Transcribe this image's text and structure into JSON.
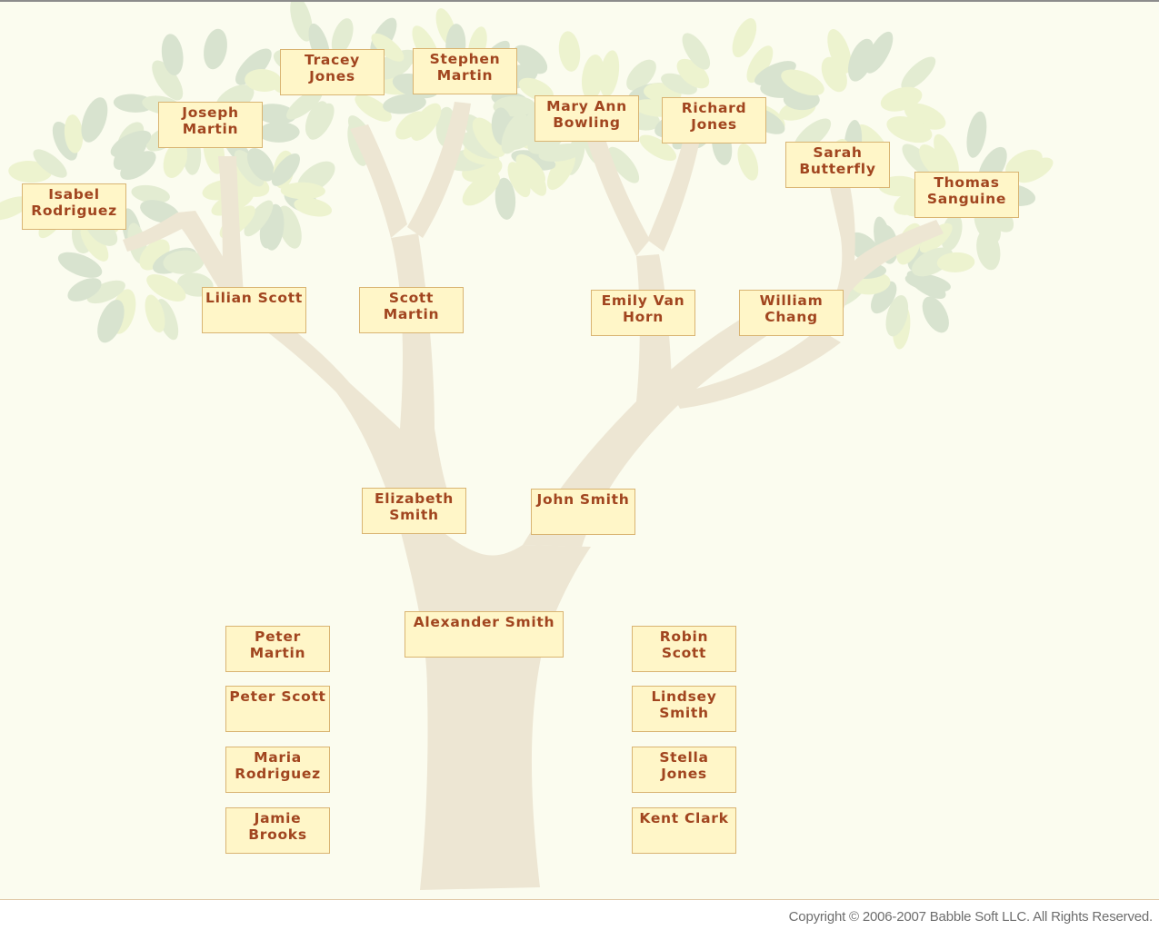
{
  "colors": {
    "background": "#fbfcef",
    "trunk": "#ede6d3",
    "card_fill": "#fff6c8",
    "card_border": "#d9b472",
    "card_text": "#a1451f",
    "leaf_light": "#edf3cf",
    "leaf_mid": "#e3ecd2",
    "leaf_dark": "#d8e3cf"
  },
  "people": {
    "isabel_rodriguez": "Isabel\nRodriguez",
    "joseph_martin": "Joseph\nMartin",
    "tracey_jones": "Tracey\nJones",
    "stephen_martin": "Stephen\nMartin",
    "mary_ann_bowling": "Mary Ann\nBowling",
    "richard_jones": "Richard\nJones",
    "sarah_butterfly": "Sarah\nButterfly",
    "thomas_sanguine": "Thomas\nSanguine",
    "lilian_scott": "Lilian Scott",
    "scott_martin": "Scott\nMartin",
    "emily_van_horn": "Emily Van\nHorn",
    "william_chang": "William\nChang",
    "elizabeth_smith": "Elizabeth\nSmith",
    "john_smith": "John Smith",
    "alexander_smith": "Alexander Smith",
    "peter_martin": "Peter\nMartin",
    "peter_scott": "Peter Scott",
    "maria_rodriguez": "Maria\nRodriguez",
    "jamie_brooks": "Jamie\nBrooks",
    "robin_scott": "Robin Scott",
    "lindsey_smith": "Lindsey\nSmith",
    "stella_jones": "Stella\nJones",
    "kent_clark": "Kent Clark"
  },
  "footer": {
    "copyright": "Copyright © 2006-2007 Babble Soft LLC. All Rights Reserved."
  }
}
